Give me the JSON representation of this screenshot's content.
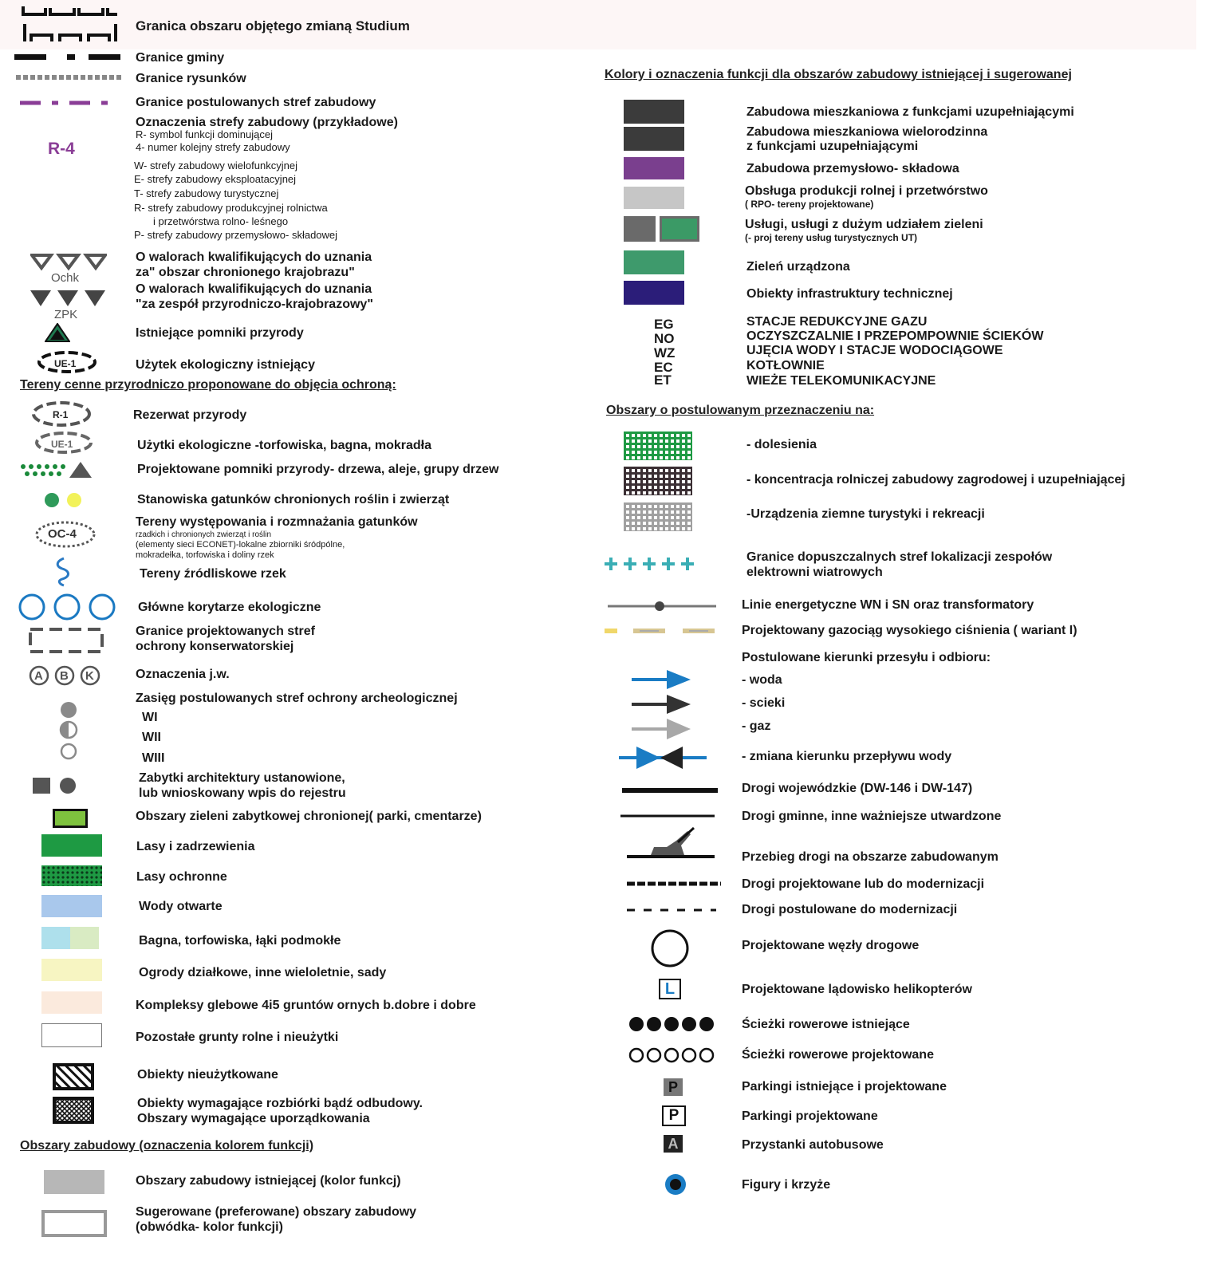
{
  "left": {
    "study_border": "Granica obszaru objętego zmianą Studium",
    "municipality_border": "Granice gminy",
    "drawing_border": "Granice rysunków",
    "building_zone_border": "Granice postulowanych stref zabudowy",
    "zone_label_symbol": "R-4",
    "zone_marks_title": "Oznaczenia strefy zabudowy (przykładowe)",
    "zone_marks_r": "R- symbol funkcji dominującej",
    "zone_marks_4": "4- numer kolejny strefy zabudowy",
    "zone_w": "W- strefy zabudowy wielofunkcyjnej",
    "zone_e": "E- strefy zabudowy eksploatacyjnej",
    "zone_t": "T- strefy zabudowy turystycznej",
    "zone_r1": "R- strefy zabudowy produkcyjnej rolnictwa",
    "zone_r2": "i przetwórstwa rolno- leśnego",
    "zone_p": "P- strefy zabudowy przemysłowo- składowej",
    "ochk_label": "Ochk",
    "ochk_text1": "O walorach kwalifikujących do uznania",
    "ochk_text2": "za\" obszar chronionego krajobrazu\"",
    "zpk_label": "ZPK",
    "zpk_text1": "O walorach kwalifikujących do uznania",
    "zpk_text2": "\"za zespół przyrodniczo-krajobrazowy\"",
    "natural_monuments": "Istniejące pomniki przyrody",
    "eco_label": "UE-1",
    "eco_existing": "Użytek ekologiczny istniejący",
    "valuable_heading": "Tereny cenne przyrodniczo proponowane do objęcia ochroną:",
    "reserve_label": "R-1",
    "reserve": "Rezerwat przyrody",
    "eco2_label": "UE-1",
    "eco_lands": "Użytki ekologiczne -torfowiska, bagna, mokradła",
    "proj_monuments": "Projektowane pomniki przyrody- drzewa, aleje, grupy drzew",
    "species_sites": "Stanowiska gatunków chronionych roślin i zwierząt",
    "oc_label": "OC-4",
    "breeding1": "Tereny występowania i rozmnażania gatunków",
    "breeding2": "rzadkich i chronionych zwierząt i roślin",
    "breeding3": "(elementy sieci ECONET)-lokalne zbiorniki śródpólne,",
    "breeding4": "mokradełka, torfowiska i doliny rzek",
    "springs": "Tereny źródliskowe rzek",
    "corridors": "Główne korytarze ekologiczne",
    "conservation1": "Granice projektowanych stref",
    "conservation2": "ochrony konserwatorskiej",
    "abk_a": "A",
    "abk_b": "B",
    "abk_k": "K",
    "marks_same": "Oznaczenia j.w.",
    "archaeo": "Zasięg postulowanych stref ochrony archeologicznej",
    "wi": "WI",
    "wii": "WII",
    "wiii": "WIII",
    "monuments1": "Zabytki architektury ustanowione,",
    "monuments2": "lub wnioskowany wpis do rejestru",
    "historic_green": "Obszary zieleni zabytkowej chronionej( parki, cmentarze)",
    "forests": "Lasy i zadrzewienia",
    "protective_forests": "Lasy ochronne",
    "open_waters": "Wody otwarte",
    "marshes": "Bagna, torfowiska, łąki podmokłe",
    "gardens": "Ogrody działkowe, inne wieloletnie, sady",
    "soils": "Kompleksy glebowe 4i5 gruntów ornych b.dobre i dobre",
    "other_land": "Pozostałe grunty rolne i nieużytki",
    "unused": "Obiekty nieużytkowane",
    "demolition1": "Obiekty wymagające rozbiórki bądź odbudowy.",
    "demolition2": "Obszary wymagające uporządkowania",
    "built_heading": "Obszary zabudowy (oznaczenia kolorem funkcji)",
    "built_existing": "Obszary zabudowy istniejącej (kolor funkcj)",
    "suggested1": "Sugerowane (preferowane) obszary zabudowy",
    "suggested2": "(obwódka- kolor funkcji)"
  },
  "right": {
    "colors_heading": "Kolory i oznaczenia funkcji dla obszarów zabudowy istniejącej i sugerowanej",
    "res_supp": "Zabudowa mieszkaniowa z funkcjami uzupełniającymi",
    "multi1": "Zabudowa mieszkaniowa wielorodzinna",
    "multi2": "z funkcjami uzupełniającymi",
    "industrial": "Zabudowa przemysłowo- składowa",
    "agri1": "Obsługa produkcji rolnej i przetwórstwo",
    "agri2": "( RPO- tereny projektowane)",
    "services1": "Usługi, usługi z dużym udziałem zieleni",
    "services2": "(- proj tereny usług turystycznych UT)",
    "green": "Zieleń urządzona",
    "infra": "Obiekty infrastruktury technicznej",
    "codes": [
      {
        "code": "EG",
        "text": "STACJE REDUKCYJNE GAZU"
      },
      {
        "code": "NO",
        "text": "OCZYSZCZALNIE I PRZEPOMPOWNIE ŚCIEKÓW"
      },
      {
        "code": "WZ",
        "text": "UJĘCIA WODY I STACJE WODOCIĄGOWE"
      },
      {
        "code": "EC",
        "text": "KOTŁOWNIE"
      },
      {
        "code": "ET",
        "text": "WIEŻE TELEKOMUNIKACYJNE"
      }
    ],
    "purpose_heading": "Obszary o postulowanym przeznaczeniu na:",
    "afforest": "- dolesienia",
    "farm_conc": "- koncentracja rolniczej zabudowy zagrodowej i uzupełniającej",
    "earthworks": "-Urządzenia ziemne turystyki i rekreacji",
    "wind1": "Granice dopuszczalnych stref lokalizacji zespołów",
    "wind2": "elektrowni wiatrowych",
    "power": "Linie energetyczne WN i SN oraz transformatory",
    "gas_pipe": "Projektowany gazociąg wysokiego ciśnienia ( wariant I)",
    "flows": "Postulowane kierunki przesyłu i odbioru:",
    "water": "- woda",
    "sewage": "- scieki",
    "gas": "- gaz",
    "flow_change": "- zmiana kierunku przepływu wody",
    "voivodeship_roads": "Drogi wojewódzkie (DW-146 i DW-147)",
    "local_roads": "Drogi gminne, inne ważniejsze utwardzone",
    "road_builtup": "Przebieg drogi na obszarze zabudowanym",
    "roads_projected": "Drogi projektowane lub do modernizacji",
    "roads_postulated": "Drogi postulowane do modernizacji",
    "junctions": "Projektowane węzły drogowe",
    "heli_letter": "L",
    "heliport": "Projektowane lądowisko helikopterów",
    "bike_existing": "Ścieżki rowerowe istniejące",
    "bike_projected": "Ścieżki rowerowe projektowane",
    "p_letter": "P",
    "parking_both": "Parkingi istniejące i projektowane",
    "parking_proj": "Parkingi projektowane",
    "a_letter": "A",
    "bus_stops": "Przystanki autobusowe",
    "figures": "Figury i krzyże"
  },
  "colors": {
    "residential": "#3b3b3b",
    "industrial": "#7a3f8e",
    "agri": "#c6c6c6",
    "services_grey": "#6a6a6a",
    "services_green": "#3b9a66",
    "green": "#3e9a6c",
    "infra": "#2b1d79",
    "forest": "#1e9a43",
    "water": "#a9c8ec",
    "wind": "#3aaeb5",
    "arrow_water": "#1a7cc4"
  }
}
